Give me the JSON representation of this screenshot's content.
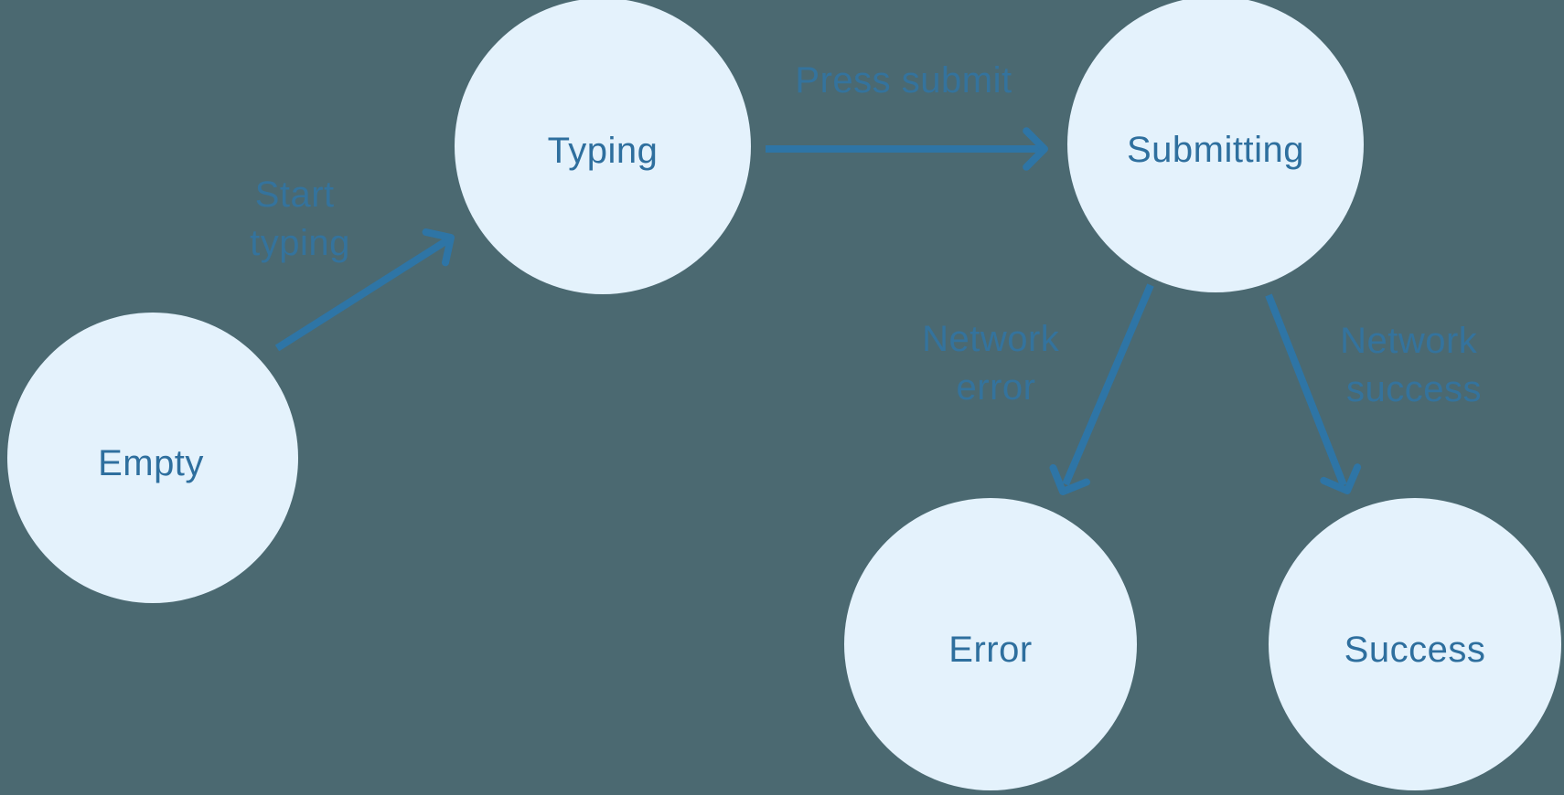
{
  "colors": {
    "background": "#4B6971",
    "node_fill": "#E4F2FC",
    "node_text": "#2E6F9E",
    "arrow": "#2E75A6",
    "edge_label": "#3174A3"
  },
  "nodes": [
    {
      "id": "empty",
      "label": "Empty"
    },
    {
      "id": "typing",
      "label": "Typing"
    },
    {
      "id": "submitting",
      "label": "Submitting"
    },
    {
      "id": "error",
      "label": "Error"
    },
    {
      "id": "success",
      "label": "Success"
    }
  ],
  "edges": [
    {
      "from": "empty",
      "to": "typing",
      "label": "Start typing",
      "label_lines": [
        "Start",
        "typing"
      ]
    },
    {
      "from": "typing",
      "to": "submitting",
      "label": "Press submit",
      "label_lines": [
        "Press submit"
      ]
    },
    {
      "from": "submitting",
      "to": "error",
      "label": "Network error",
      "label_lines": [
        "Network",
        "error"
      ]
    },
    {
      "from": "submitting",
      "to": "success",
      "label": "Network success",
      "label_lines": [
        "Network",
        "success"
      ]
    }
  ]
}
